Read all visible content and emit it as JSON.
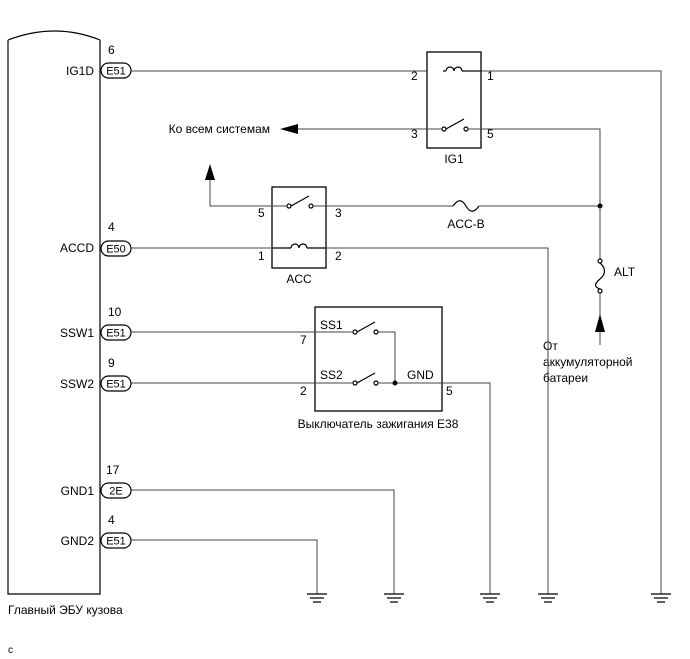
{
  "ecu": {
    "label": "Главный ЭБУ кузова"
  },
  "pins": [
    {
      "name": "IG1D",
      "number": "6",
      "connector": "E51"
    },
    {
      "name": "ACCD",
      "number": "4",
      "connector": "E50"
    },
    {
      "name": "SSW1",
      "number": "10",
      "connector": "E51"
    },
    {
      "name": "SSW2",
      "number": "9",
      "connector": "E51"
    },
    {
      "name": "GND1",
      "number": "17",
      "connector": "2E"
    },
    {
      "name": "GND2",
      "number": "4",
      "connector": "E51"
    }
  ],
  "ig1_relay": {
    "label": "IG1",
    "coil_left": "2",
    "coil_right": "1",
    "contact_left": "3",
    "contact_right": "5"
  },
  "acc_relay": {
    "label": "ACC",
    "contact_left": "5",
    "contact_right": "3",
    "coil_left": "1",
    "coil_right": "2"
  },
  "fuse_accb": {
    "label": "ACC-B"
  },
  "fuse_alt": {
    "label": "ALT"
  },
  "to_all_systems": "Ко всем системам",
  "battery": {
    "line1": "От",
    "line2": "аккумуляторной",
    "line3": "батареи"
  },
  "ignition_switch": {
    "label": "Выключатель зажигания E38",
    "ss1": "SS1",
    "ss2": "SS2",
    "gnd": "GND",
    "pin_ss1": "7",
    "pin_ss2": "2",
    "pin_gnd": "5"
  },
  "footer_mark": "c"
}
